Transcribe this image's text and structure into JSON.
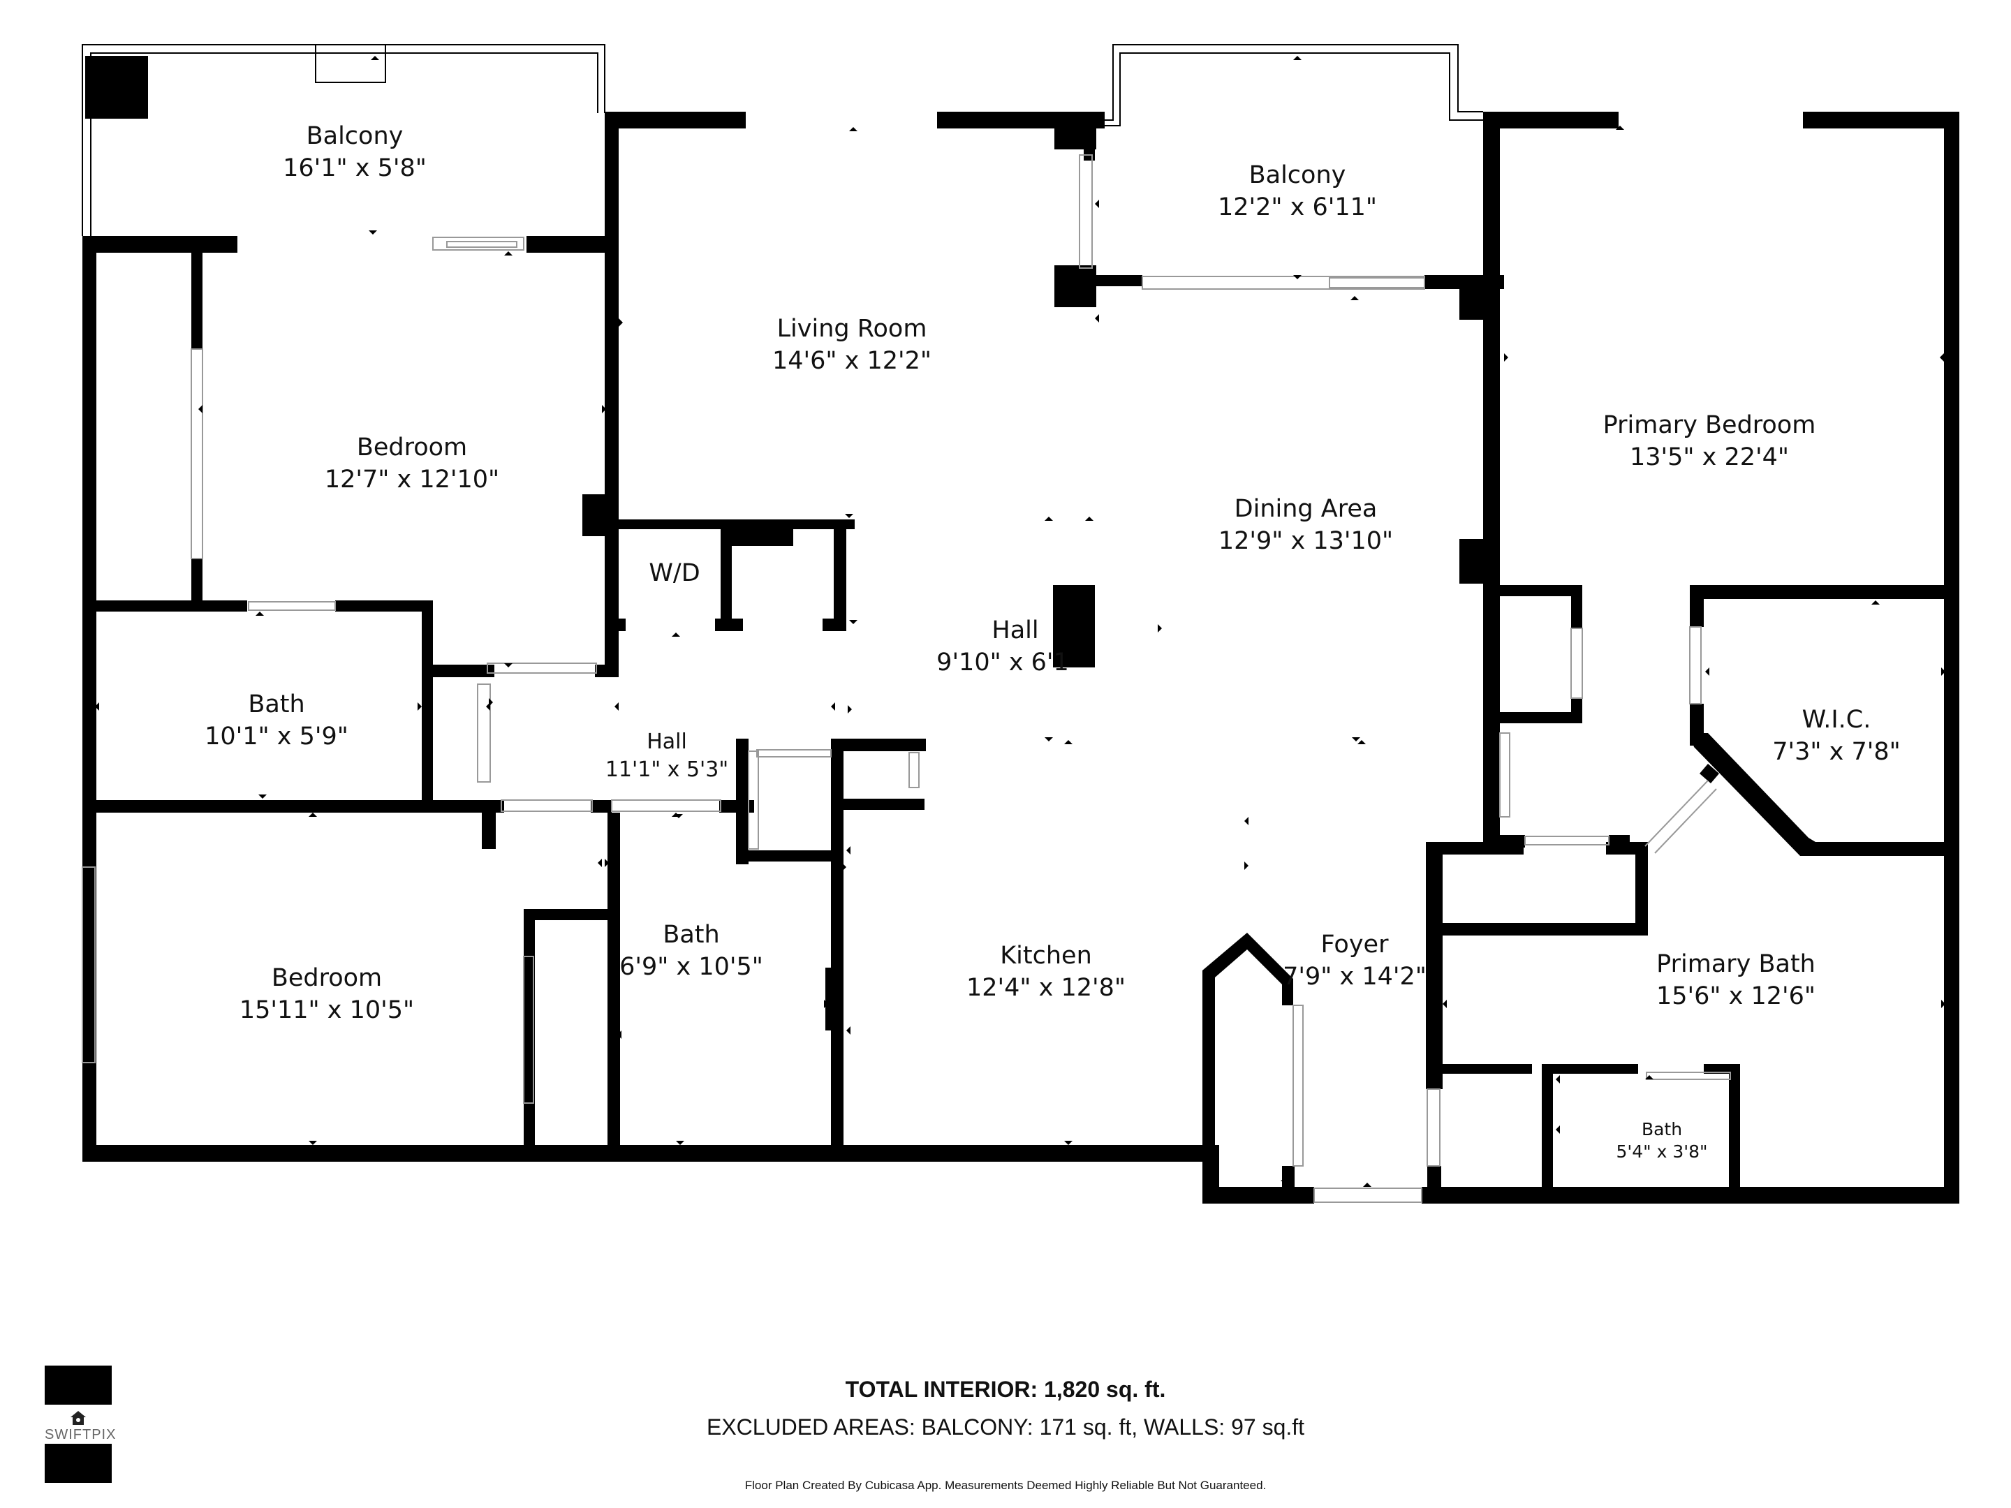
{
  "rooms": {
    "balcony_left": {
      "name": "Balcony",
      "size": "16'1\" x 5'8\""
    },
    "bedroom_top": {
      "name": "Bedroom",
      "size": "12'7\" x 12'10\""
    },
    "living_room": {
      "name": "Living Room",
      "size": "14'6\" x 12'2\""
    },
    "balcony_center": {
      "name": "Balcony",
      "size": "12'2\" x 6'11\""
    },
    "dining_area": {
      "name": "Dining Area",
      "size": "12'9\" x 13'10\""
    },
    "primary_bedroom": {
      "name": "Primary Bedroom",
      "size": "13'5\" x 22'4\""
    },
    "wd": {
      "name": "W/D"
    },
    "hall_main": {
      "name": "Hall",
      "size": "9'10\" x 6'1"
    },
    "bath_left": {
      "name": "Bath",
      "size": "10'1\" x 5'9\""
    },
    "hall_small": {
      "name": "Hall",
      "size": "11'1\" x 5'3\""
    },
    "wic": {
      "name": "W.I.C.",
      "size": "7'3\" x 7'8\""
    },
    "bath_mid": {
      "name": "Bath",
      "size": "6'9\" x 10'5\""
    },
    "bedroom_bottom": {
      "name": "Bedroom",
      "size": "15'11\" x 10'5\""
    },
    "kitchen": {
      "name": "Kitchen",
      "size": "12'4\" x 12'8\""
    },
    "foyer": {
      "name": "Foyer",
      "size": "7'9\" x 14'2\""
    },
    "primary_bath": {
      "name": "Primary Bath",
      "size": "15'6\" x 12'6\""
    },
    "bath_small": {
      "name": "Bath",
      "size": "5'4\" x 3'8\""
    }
  },
  "footer": {
    "total_label": "TOTAL INTERIOR: 1,820 sq. ft.",
    "excluded_label": "EXCLUDED AREAS: BALCONY: 171 sq. ft, WALLS: 97 sq.ft",
    "disclaimer": "Floor Plan Created By Cubicasa App. Measurements Deemed Highly Reliable But Not Guaranteed."
  },
  "logo": {
    "brand": "SWIFTPIX"
  },
  "colors": {
    "wall": "#000000",
    "background": "#ffffff"
  }
}
